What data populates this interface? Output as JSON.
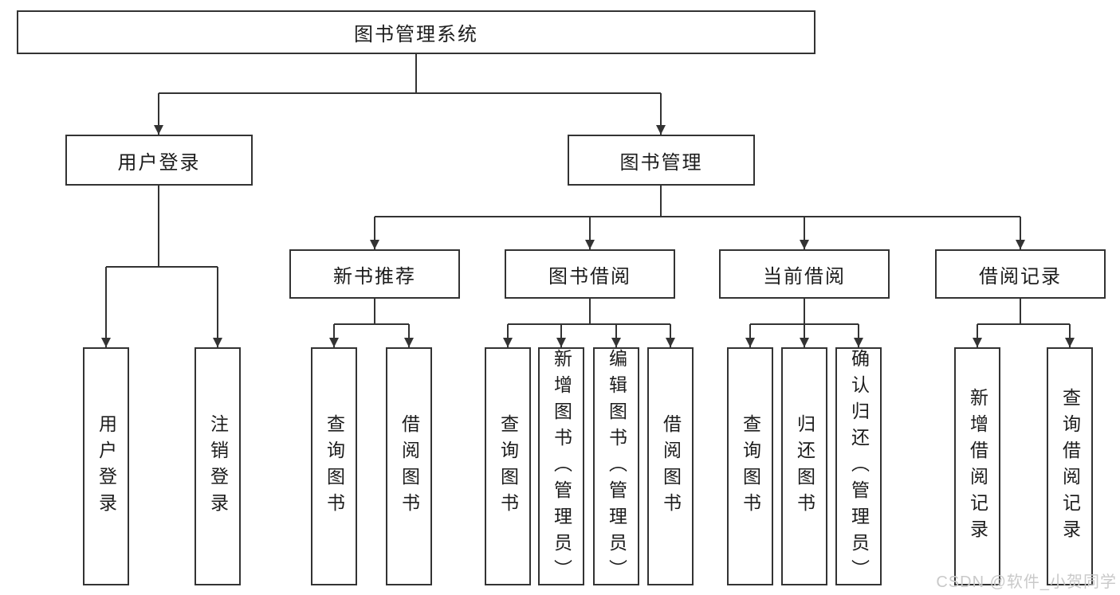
{
  "tree": {
    "label": "图书管理系统",
    "children": [
      {
        "label": "用户登录",
        "children": [
          {
            "label": "用户登录"
          },
          {
            "label": "注销登录"
          }
        ]
      },
      {
        "label": "图书管理",
        "children": [
          {
            "label": "新书推荐",
            "children": [
              {
                "label": "查询图书"
              },
              {
                "label": "借阅图书"
              }
            ]
          },
          {
            "label": "图书借阅",
            "children": [
              {
                "label": "查询图书"
              },
              {
                "label": "新增图书（管理员）"
              },
              {
                "label": "编辑图书（管理员）"
              },
              {
                "label": "借阅图书"
              }
            ]
          },
          {
            "label": "当前借阅",
            "children": [
              {
                "label": "查询图书"
              },
              {
                "label": "归还图书"
              },
              {
                "label": "确认归还（管理员）"
              }
            ]
          },
          {
            "label": "借阅记录",
            "children": [
              {
                "label": "新增借阅记录"
              },
              {
                "label": "查询借阅记录"
              }
            ]
          }
        ]
      }
    ]
  },
  "watermark": {
    "text": "CSDN @软件_小贺同学"
  },
  "colors": {
    "line": "#333333",
    "box_border": "#333333",
    "text": "#1c1c1c",
    "watermark": "#c9c9c9",
    "background": "#ffffff"
  }
}
